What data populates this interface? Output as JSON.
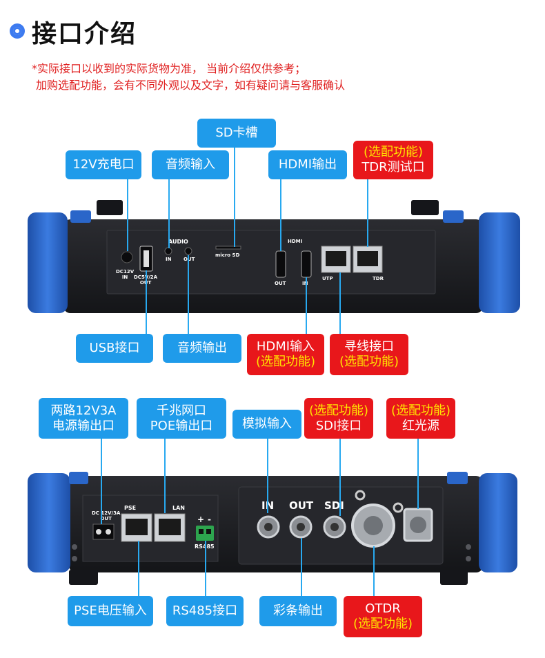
{
  "header": {
    "title": "接口介绍",
    "note_line1": "*实际接口以收到的实际货物为准， 当前介绍仅供参考；",
    "note_line2": "加购选配功能，会有不同外观以及文字，如有疑问请与客服确认"
  },
  "top_labels": {
    "sd_slot": "SD卡槽",
    "dc12v_charge": "12V充电口",
    "audio_in": "音频输入",
    "hdmi_out": "HDMI输出",
    "tdr_opt": "(选配功能)",
    "tdr": "TDR测试口",
    "usb": "USB接口",
    "audio_out": "音频输出",
    "hdmi_in": "HDMI输入",
    "hdmi_in_opt": "(选配功能)",
    "cable_finder": "寻线接口",
    "cable_finder_opt": "(选配功能)"
  },
  "top_panel": {
    "dc_label": "DC12V\nIN",
    "usb_label": "DC5V/2A\nOUT",
    "audio_title": "AUDIO",
    "audio_in": "IN",
    "audio_out": "OUT",
    "micro_sd": "micro SD",
    "hdmi_title": "HDMI",
    "hdmi_out": "OUT",
    "hdmi_in": "IN",
    "utp": "UTP",
    "tdr": "TDR"
  },
  "bottom_labels": {
    "power_out_line1": "两路12V3A",
    "power_out_line2": "电源输出口",
    "poe_line1": "千兆网口",
    "poe_line2": "POE输出口",
    "analog_in": "模拟输入",
    "sdi_opt": "(选配功能)",
    "sdi": "SDI接口",
    "vfl_opt": "(选配功能)",
    "vfl": "红光源",
    "pse": "PSE电压输入",
    "rs485": "RS485接口",
    "color_bar": "彩条输出",
    "otdr": "OTDR",
    "otdr_opt": "(选配功能)"
  },
  "bottom_panel": {
    "dc_out": "DC 12V/3A\nOUT",
    "pse": "PSE",
    "lan": "LAN",
    "rs485": "RS485",
    "plus": "+",
    "minus": "-",
    "bnc_in": "IN",
    "bnc_out": "OUT",
    "bnc_sdi": "SDI"
  },
  "colors": {
    "label_blue": "#1f9bea",
    "label_red": "#e8171b",
    "option_yellow": "#ffe600",
    "bumper_blue": "#2a66c9",
    "device_body": "#1c1d21"
  }
}
